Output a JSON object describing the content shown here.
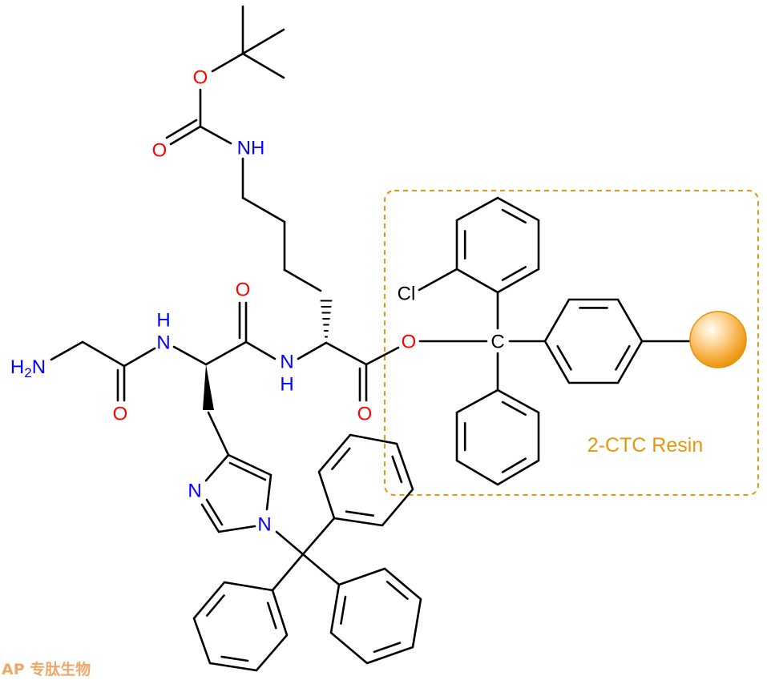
{
  "diagram": {
    "labels": {
      "boc_ether_o": "O",
      "boc_carbonyl_o": "O",
      "lys_side_nh": "NH",
      "amine_h": "H",
      "amine_sub": "2",
      "amine_n": "N",
      "gly_carbonyl_o": "O",
      "his_amide_n": "N",
      "his_amide_h": "H",
      "his_carbonyl_o": "O",
      "lys_amide_n": "N",
      "lys_amide_h": "H",
      "lys_carbonyl_o": "O",
      "ester_o": "O",
      "trityl_c": "C",
      "chloro": "Cl",
      "imidazole_n3": "N",
      "imidazole_n1": "N"
    },
    "resin_label": "2-CTC Resin",
    "watermark": "AP 专肽生物",
    "colors": {
      "oxygen": "#ff0000",
      "nitrogen": "#0000ff",
      "resin": "#e8960a"
    }
  }
}
